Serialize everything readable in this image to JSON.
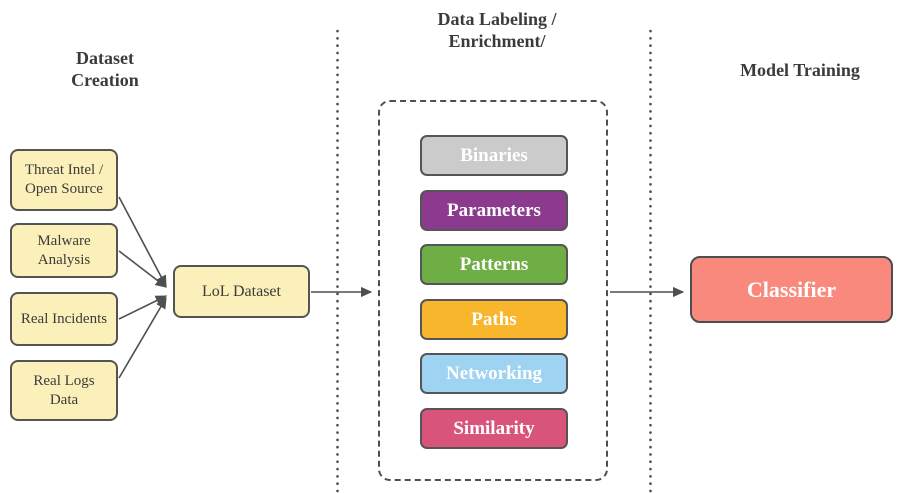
{
  "diagram": {
    "section_titles": {
      "dataset_creation": "Dataset\nCreation",
      "data_labeling": "Data Labeling /\nEnrichment/",
      "model_training": "Model Training"
    },
    "sources": [
      {
        "label": "Threat Intel /\nOpen Source",
        "color": "#FBF0B9"
      },
      {
        "label": "Malware\nAnalysis",
        "color": "#FBF0B9"
      },
      {
        "label": "Real Incidents",
        "color": "#FBF0B9"
      },
      {
        "label": "Real Logs\nData",
        "color": "#FBF0B9"
      }
    ],
    "dataset_node": {
      "label": "LoL Dataset",
      "color": "#FBF0B9"
    },
    "enrichment_categories": [
      {
        "label": "Binaries",
        "color": "#CBCBCB"
      },
      {
        "label": "Parameters",
        "color": "#8C3A8E"
      },
      {
        "label": "Patterns",
        "color": "#6FAE44"
      },
      {
        "label": "Paths",
        "color": "#F8B62D"
      },
      {
        "label": "Networking",
        "color": "#9FD3F2"
      },
      {
        "label": "Similarity",
        "color": "#D9547B"
      }
    ],
    "classifier_node": {
      "label": "Classifier",
      "color": "#F9897D"
    },
    "style_colors": {
      "node_border": "#545454",
      "connector": "#4F4F4F",
      "text_dark": "#3B3B3B",
      "background": "#FFFFFF"
    }
  }
}
